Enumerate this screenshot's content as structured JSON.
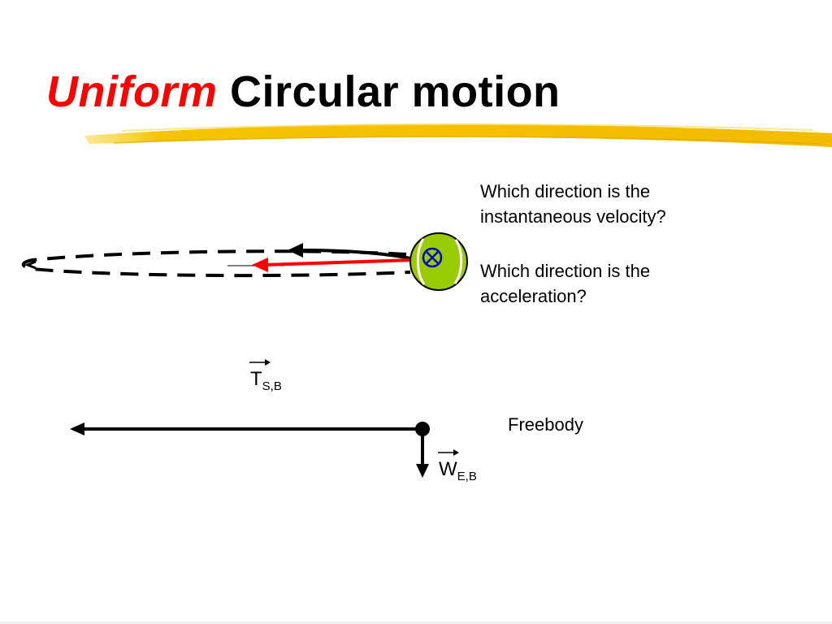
{
  "slide": {
    "title_accent": "Uniform",
    "title_rest": "Circular motion",
    "accent_color": "#ff0000",
    "highlight_color": "#f5c400"
  },
  "questions": {
    "velocity": "Which direction is the instantaneous velocity?",
    "acceleration": "Which direction is the acceleration?"
  },
  "freebody": {
    "label": "Freebody",
    "tension": {
      "symbol": "T",
      "subscript": "S,B"
    },
    "weight": {
      "symbol": "W",
      "subscript": "E,B"
    }
  },
  "diagram": {
    "ball_color": "#99cc00",
    "acceleration_arrow_color": "#ff0000",
    "into_page_marker_color": "#0000cc",
    "into_page_marker": "⊗"
  }
}
